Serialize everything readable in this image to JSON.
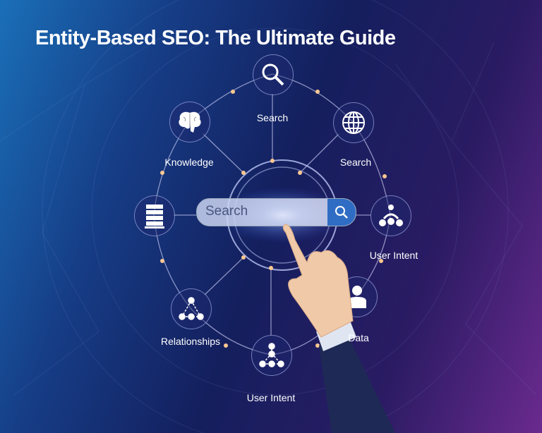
{
  "title": "Entity-Based SEO: The Ultimate Guide",
  "search_bar": {
    "placeholder": "Search",
    "icon": "search-icon"
  },
  "nodes": [
    {
      "label": "Search",
      "icon": "magnifier-icon"
    },
    {
      "label": "Knowledge",
      "icon": "brain-icon"
    },
    {
      "label": "Search",
      "icon": "globe-icon"
    },
    {
      "label": "",
      "icon": "server-icon"
    },
    {
      "label": "User Intent",
      "icon": "people-hierarchy-icon"
    },
    {
      "label": "Data",
      "icon": "person-icon"
    },
    {
      "label": "Relationships",
      "icon": "triangle-network-icon"
    },
    {
      "label": "User Intent",
      "icon": "tree-network-icon"
    }
  ],
  "colors": {
    "accent": "#2f6cc4",
    "glow": "#ffb070"
  }
}
